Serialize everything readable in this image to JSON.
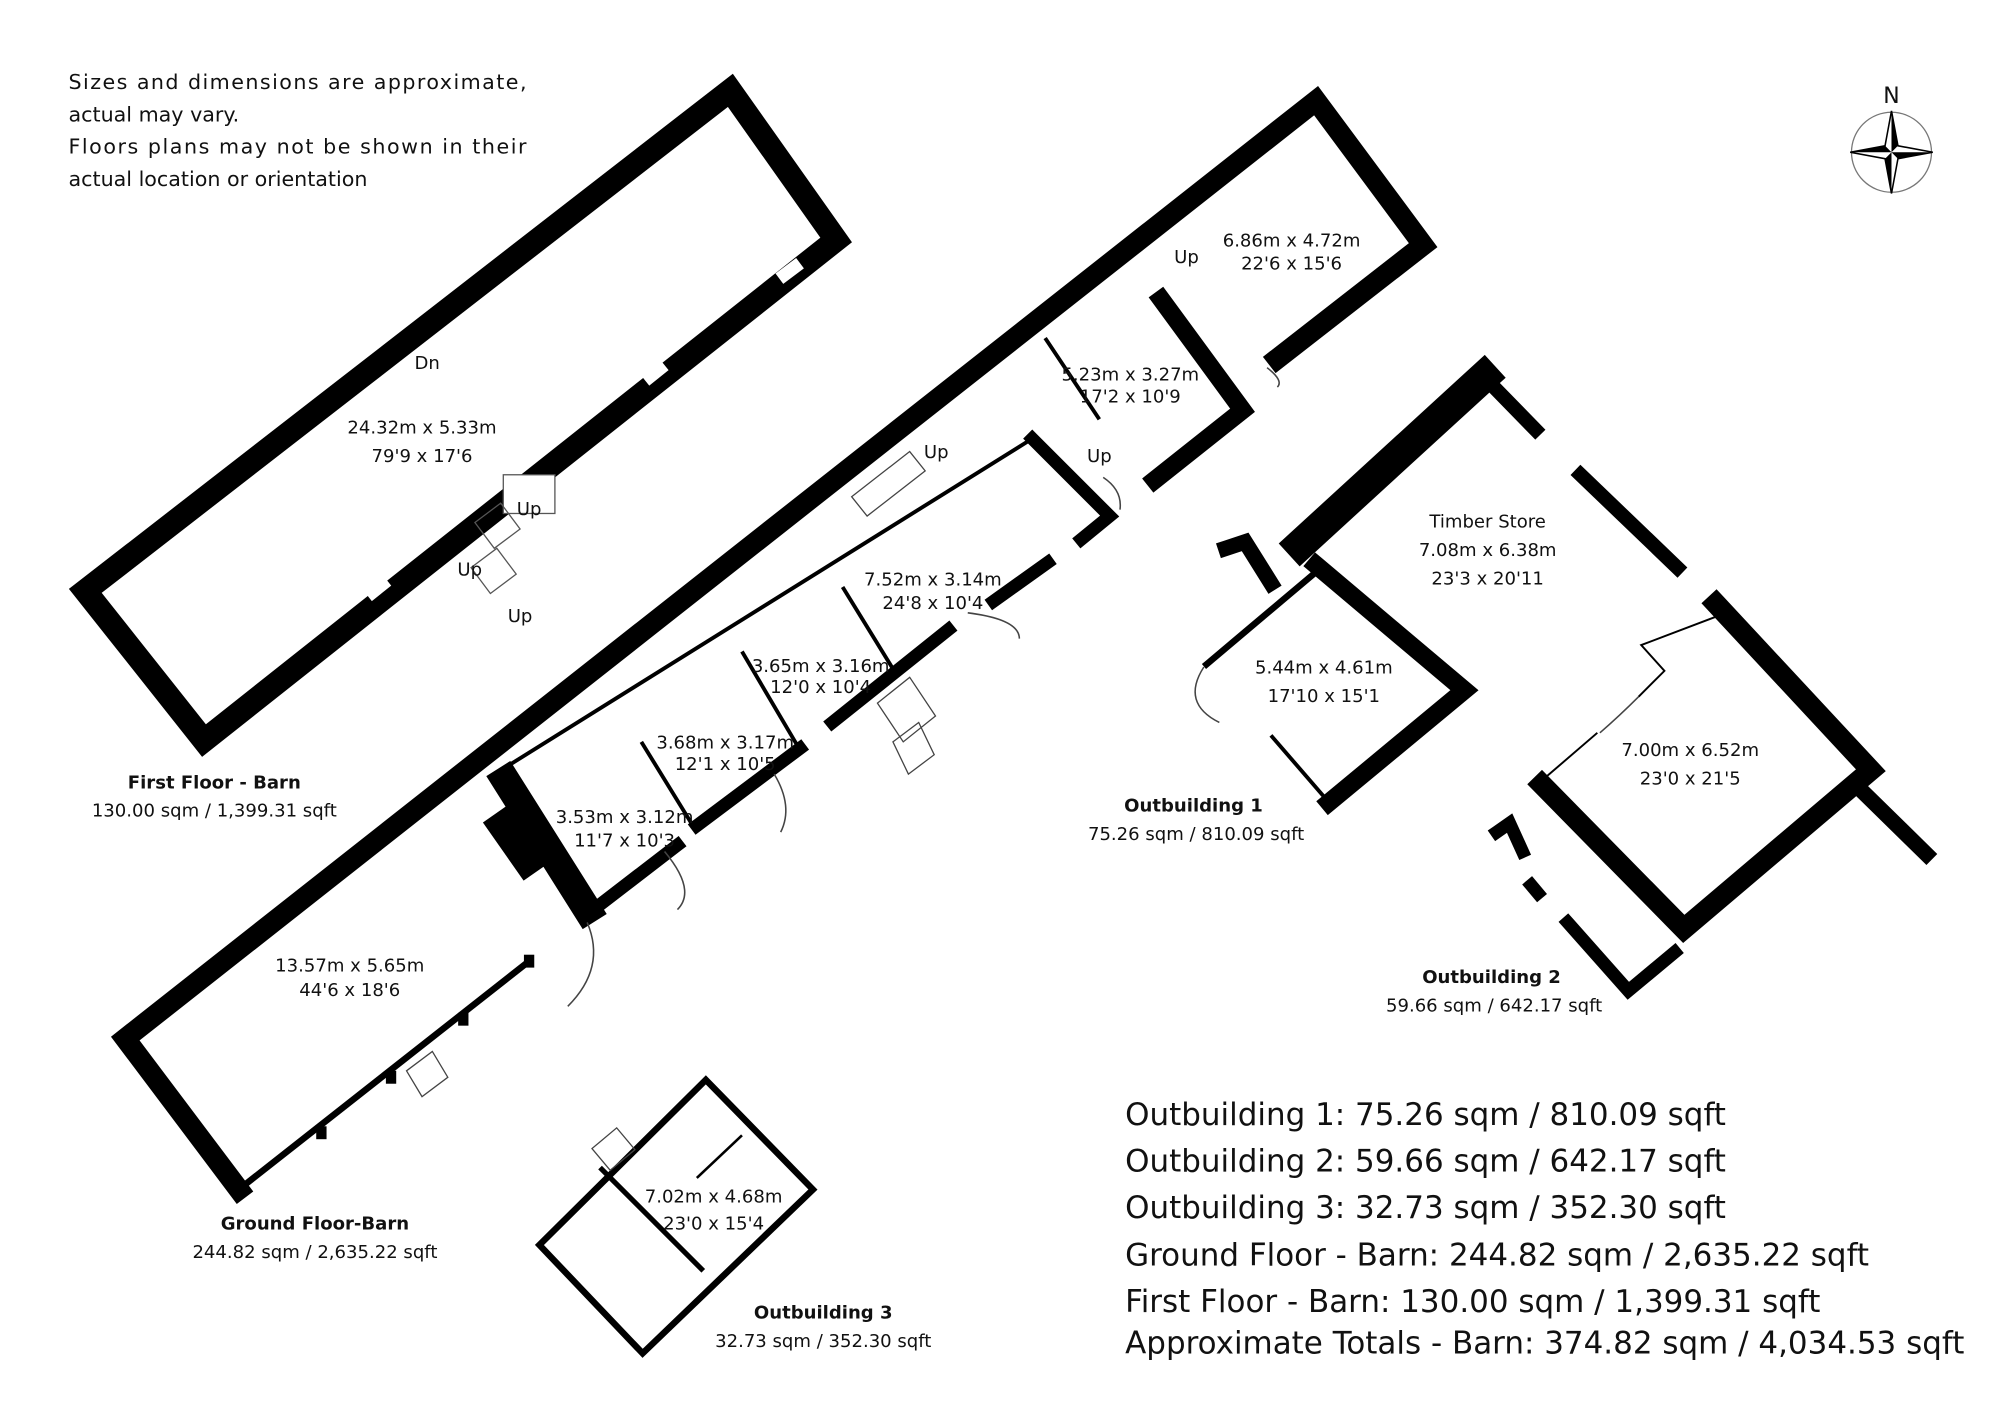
{
  "disclaimer": {
    "line1": "Sizes and dimensions are approximate,",
    "line2": "actual may vary.",
    "line3": "Floors plans may not be shown in their",
    "line4": "actual location or orientation"
  },
  "compass": {
    "label": "N",
    "icon": "compass-rose-icon"
  },
  "first_floor": {
    "title": "First Floor - Barn",
    "area": "130.00 sqm / 1,399.31 sqft",
    "room": {
      "metric": "24.32m x 5.33m",
      "imperial": "79'9 x 17'6"
    },
    "stairs": [
      "Dn",
      "Up",
      "Up",
      "Up"
    ]
  },
  "ground_floor": {
    "title": "Ground Floor-Barn",
    "area": "244.82 sqm / 2,635.22 sqft",
    "rooms": [
      {
        "metric": "13.57m x 5.65m",
        "imperial": "44'6 x 18'6"
      },
      {
        "metric": "3.53m x 3.12m",
        "imperial": "11'7 x 10'3"
      },
      {
        "metric": "3.68m x 3.17m",
        "imperial": "12'1 x 10'5"
      },
      {
        "metric": "3.65m x 3.16m",
        "imperial": "12'0 x 10'4"
      },
      {
        "metric": "7.52m x 3.14m",
        "imperial": "24'8 x 10'4"
      },
      {
        "metric": "5.23m x 3.27m",
        "imperial": "17'2 x 10'9"
      },
      {
        "metric": "6.86m x 4.72m",
        "imperial": "22'6 x 15'6"
      }
    ],
    "stairs": [
      "Up",
      "Up",
      "Up"
    ]
  },
  "outbuilding1": {
    "title": "Outbuilding 1",
    "area": "75.26 sqm / 810.09 sqft",
    "timber_store": {
      "name": "Timber Store",
      "metric": "7.08m x 6.38m",
      "imperial": "23'3 x 20'11"
    },
    "room": {
      "metric": "5.44m x 4.61m",
      "imperial": "17'10 x 15'1"
    }
  },
  "outbuilding2": {
    "title": "Outbuilding 2",
    "area": "59.66 sqm / 642.17 sqft",
    "room": {
      "metric": "7.00m x 6.52m",
      "imperial": "23'0 x 21'5"
    }
  },
  "outbuilding3": {
    "title": "Outbuilding 3",
    "area": "32.73 sqm / 352.30 sqft",
    "room": {
      "metric": "7.02m x 4.68m",
      "imperial": "23'0 x 15'4"
    }
  },
  "summary": [
    "Outbuilding 1: 75.26 sqm / 810.09 sqft",
    "Outbuilding 2: 59.66 sqm / 642.17 sqft",
    "Outbuilding 3: 32.73 sqm / 352.30 sqft",
    "Ground Floor - Barn: 244.82 sqm / 2,635.22 sqft",
    "First Floor - Barn: 130.00 sqm / 1,399.31 sqft",
    "Approximate Totals - Barn: 374.82 sqm / 4,034.53 sqft"
  ]
}
